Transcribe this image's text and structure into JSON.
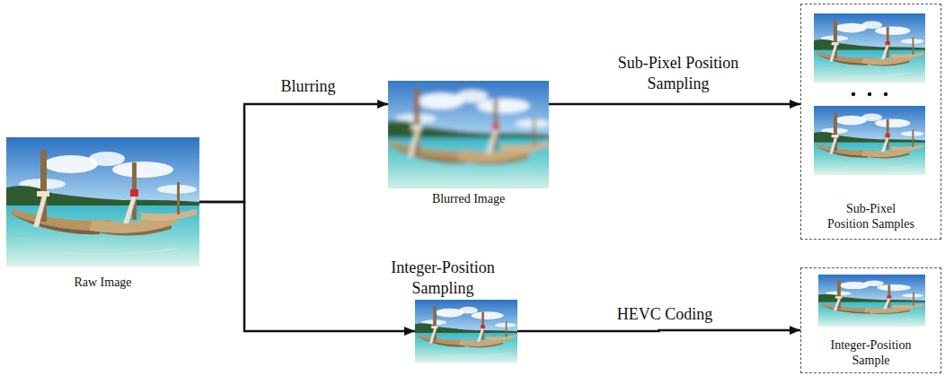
{
  "diagram": {
    "nodes": [
      {
        "text": [
          "Raw Image"
        ]
      },
      {
        "text": [
          "Blurred Image"
        ]
      },
      {
        "text": [
          "Sub-Pixel Position Samples"
        ]
      },
      {
        "text": []
      },
      {
        "text": [
          "Integer-Position Sample"
        ]
      }
    ],
    "edges": [
      {
        "from": 0,
        "to": 1,
        "arrow": "to",
        "label": "Blurring"
      },
      {
        "from": 1,
        "to": 2,
        "arrow": "to",
        "label": "Sub-Pixel Position Sampling"
      },
      {
        "from": 0,
        "to": 3,
        "arrow": "to",
        "label": "Integer-Position Sampling"
      },
      {
        "from": 3,
        "to": 4,
        "arrow": "to",
        "label": "HEVC Coding"
      }
    ]
  }
}
